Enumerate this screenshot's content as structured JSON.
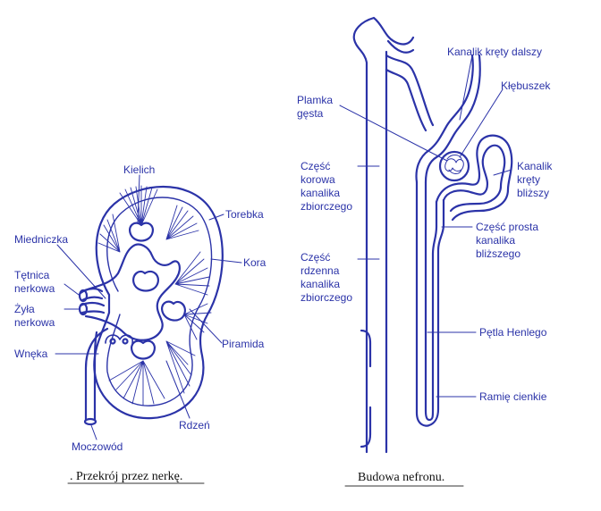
{
  "colors": {
    "ink": "#2b33a8",
    "caption": "#111111",
    "background": "#ffffff"
  },
  "kidney": {
    "labels": {
      "kielich": "Kielich",
      "torebka": "Torebka",
      "miedniczka": "Miedniczka",
      "kora": "Kora",
      "tetnica": "Tętnica",
      "nerkowa1": "nerkowa",
      "zyla": "Żyła",
      "nerkowa2": "nerkowa",
      "piramida": "Piramida",
      "wneka": "Wnęka",
      "rdzen": "Rdzeń",
      "moczowod": "Moczowód"
    },
    "caption": ". Przekrój przez nerkę."
  },
  "nephron": {
    "labels": {
      "kanalik_krety_dalszy": "Kanalik kręty dalszy",
      "plamka": "Plamka",
      "gesta": "gęsta",
      "klebuszek": "Kłębuszek",
      "czesc_korowa_1": "Część",
      "czesc_korowa_2": "korowa",
      "czesc_korowa_3": "kanalika",
      "czesc_korowa_4": "zbiorczego",
      "kanalik": "Kanalik",
      "krety": "kręty",
      "blizszy": "bliższy",
      "czesc_prosta_1": "Część prosta",
      "czesc_prosta_2": "kanalika",
      "czesc_prosta_3": "bliższego",
      "czesc_rdzenna_1": "Część",
      "czesc_rdzenna_2": "rdzenna",
      "czesc_rdzenna_3": "kanalika",
      "czesc_rdzenna_4": "zbiorczego",
      "petla_henlego": "Pętla Henlego",
      "ramie_cienkie": "Ramię cienkie"
    },
    "caption": "Budowa nefronu."
  }
}
